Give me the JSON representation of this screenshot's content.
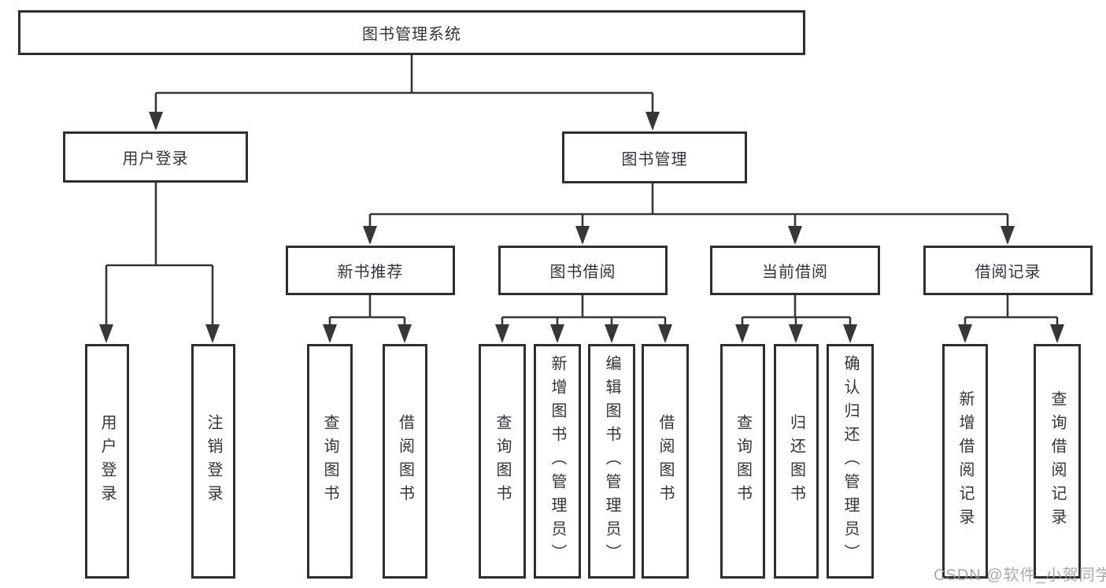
{
  "root": {
    "label": "图书管理系统",
    "children": [
      {
        "label": "用户登录",
        "children": [
          {
            "label": "用户登录"
          },
          {
            "label": "注销登录"
          }
        ]
      },
      {
        "label": "图书管理",
        "children": [
          {
            "label": "新书推荐",
            "children": [
              {
                "label": "查询图书"
              },
              {
                "label": "借阅图书"
              }
            ]
          },
          {
            "label": "图书借阅",
            "children": [
              {
                "label": "查询图书"
              },
              {
                "label": "新增图书（管理员）"
              },
              {
                "label": "编辑图书（管理员）"
              },
              {
                "label": "借阅图书"
              }
            ]
          },
          {
            "label": "当前借阅",
            "children": [
              {
                "label": "查询图书"
              },
              {
                "label": "归还图书"
              },
              {
                "label": "确认归还（管理员）"
              }
            ]
          },
          {
            "label": "借阅记录",
            "children": [
              {
                "label": "新增借阅记录"
              },
              {
                "label": "查询借阅记录"
              }
            ]
          }
        ]
      }
    ]
  },
  "watermark": "CSDN @软件_小贺同学",
  "colors": {
    "line": "#373737",
    "box_border": "#2e2e2e",
    "text": "#33343a",
    "watermark": "#9a9a9e",
    "background": "#ffffff"
  }
}
